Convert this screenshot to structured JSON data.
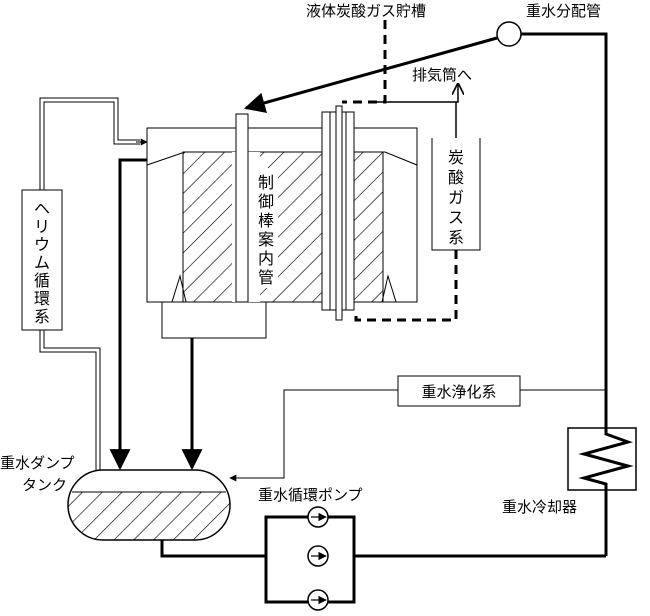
{
  "labels": {
    "liquid_co2_tank": "液体炭酸ガス貯槽",
    "heavy_water_header": "重水分配管",
    "to_exhaust_stack": "排気筒へ",
    "co2_system": [
      "炭",
      "酸",
      "ガ",
      "ス",
      "系"
    ],
    "control_rod_guide_tube": [
      "制",
      "御",
      "棒",
      "案",
      "内",
      "管"
    ],
    "helium_circulation": [
      "ヘ",
      "リ",
      "ウ",
      "ム",
      "循",
      "環",
      "系"
    ],
    "heavy_water_purification": "重水浄化系",
    "heavy_water_dump_tank": [
      "重水ダンプ",
      "タンク"
    ],
    "heavy_water_circ_pump": "重水循環ポンプ",
    "heavy_water_cooler": "重水冷却器"
  }
}
